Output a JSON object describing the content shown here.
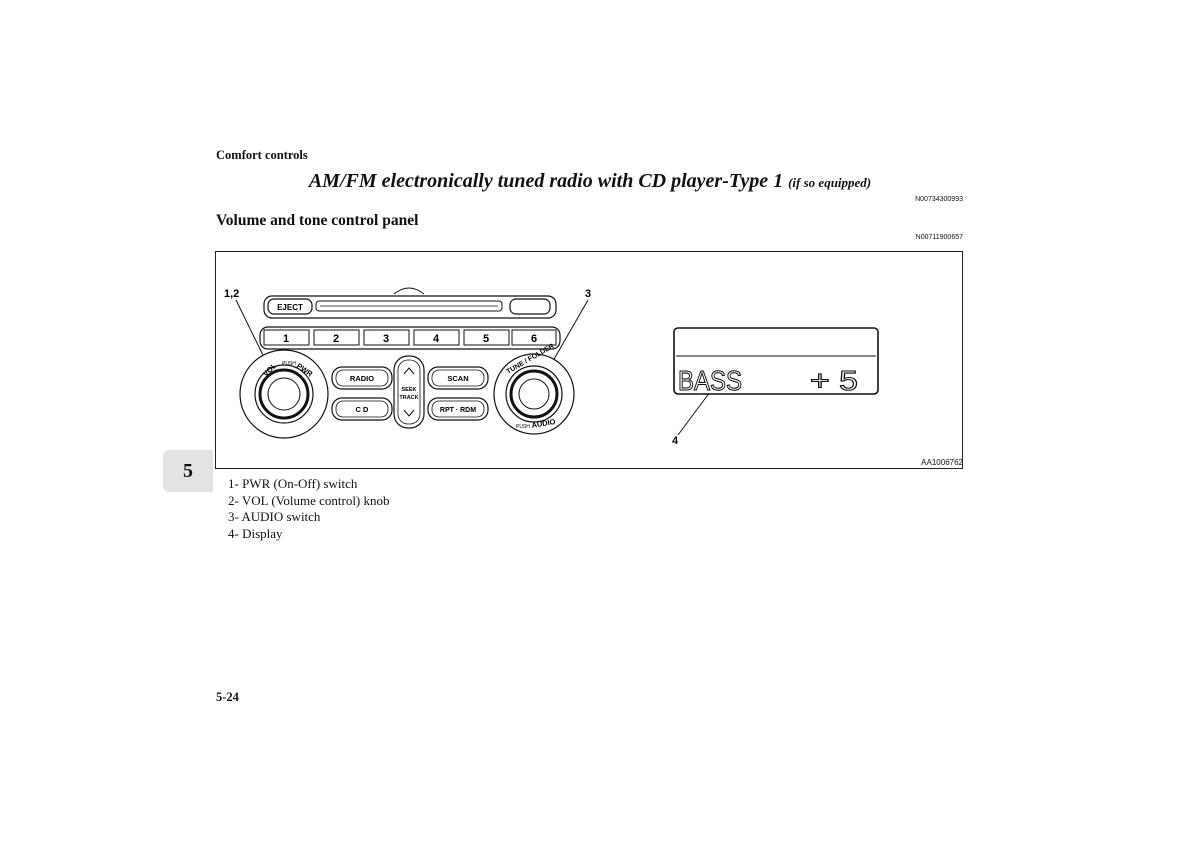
{
  "header": {
    "section": "Comfort controls"
  },
  "title": {
    "main": "AM/FM electronically tuned radio with CD player-Type 1",
    "sub": "(if so equipped)"
  },
  "codes": {
    "title_code": "N00734300993",
    "subheading_code": "N00711900657"
  },
  "subheading": "Volume and tone control panel",
  "figure": {
    "id": "AA1006762",
    "callouts": {
      "c12": "1,2",
      "c3": "3",
      "c4": "4"
    },
    "buttons": {
      "eject": "EJECT",
      "radio": "RADIO",
      "cd": "C D",
      "scan": "SCAN",
      "rpt_rdm": "RPT · RDM",
      "seek": "SEEK",
      "track": "TRACK"
    },
    "presets": [
      "1",
      "2",
      "3",
      "4",
      "5",
      "6"
    ],
    "knob_labels": {
      "vol": "VOL",
      "push": "PUSH",
      "pwr": "PWR",
      "tune_folder": "TUNE / FOLDER",
      "push2": "PUSH",
      "audio": "AUDIO"
    },
    "display": {
      "mode": "BASS",
      "value": "+ 5"
    }
  },
  "chapter_tab": "5",
  "legend": [
    "1- PWR (On-Off) switch",
    "2- VOL (Volume control) knob",
    "3- AUDIO switch",
    "4- Display"
  ],
  "page_number": "5-24"
}
